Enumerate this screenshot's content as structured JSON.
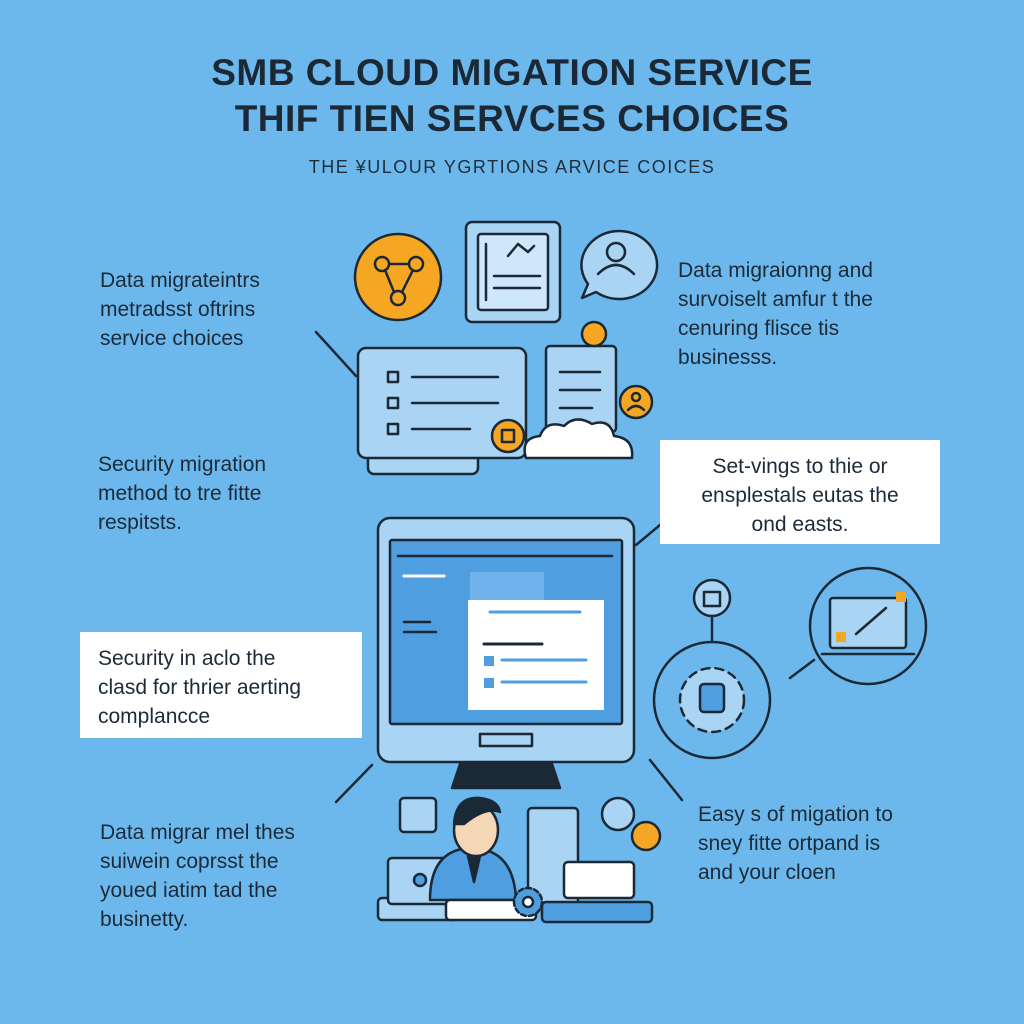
{
  "header": {
    "title_line1": "SMB CLOUD MIGATION SERVICE",
    "title_line2": "THIF TIEN SERVCES CHOICES",
    "subtitle": "THE ¥ULOUR YGRTIONS ARVICE COICES"
  },
  "notes": {
    "top_left": [
      "Data migrateintrs",
      "metradsst oftrins",
      "service choices"
    ],
    "top_right": [
      "Data migraionng and",
      "survoiselt amfur t the",
      "cenuring flisce tis",
      "businesss."
    ],
    "mid_left": [
      "Security migration",
      "method to tre fitte",
      "respitsts."
    ],
    "mid_right_box": [
      "Set-vings to thie or",
      "ensplestals eutas the",
      "ond easts."
    ],
    "left_box": [
      "Security in aclo the",
      "clasd for thrier aerting",
      "complancce"
    ],
    "bottom_left": [
      "Data migrar mel thes",
      "suiwein coprsst the",
      "youed iatim tad the",
      "businetty."
    ],
    "bottom_right": [
      "Easy s of migation to",
      "sney fitte ortpand is",
      "and your cloen"
    ]
  },
  "colors": {
    "background": "#6cb8ec",
    "accent_orange": "#f5a623",
    "outline": "#1b2836",
    "panel_light": "#a9d4f3",
    "screen_blue": "#4f9ee0"
  },
  "icons": [
    "network-hub-icon",
    "document-icon",
    "user-chat-icon",
    "list-window-icon",
    "clipboard-icon",
    "cloud-icon",
    "monitor-icon",
    "shield-lock-icon",
    "laptop-icon",
    "person-at-desk-icon",
    "gear-icon",
    "server-icon"
  ]
}
